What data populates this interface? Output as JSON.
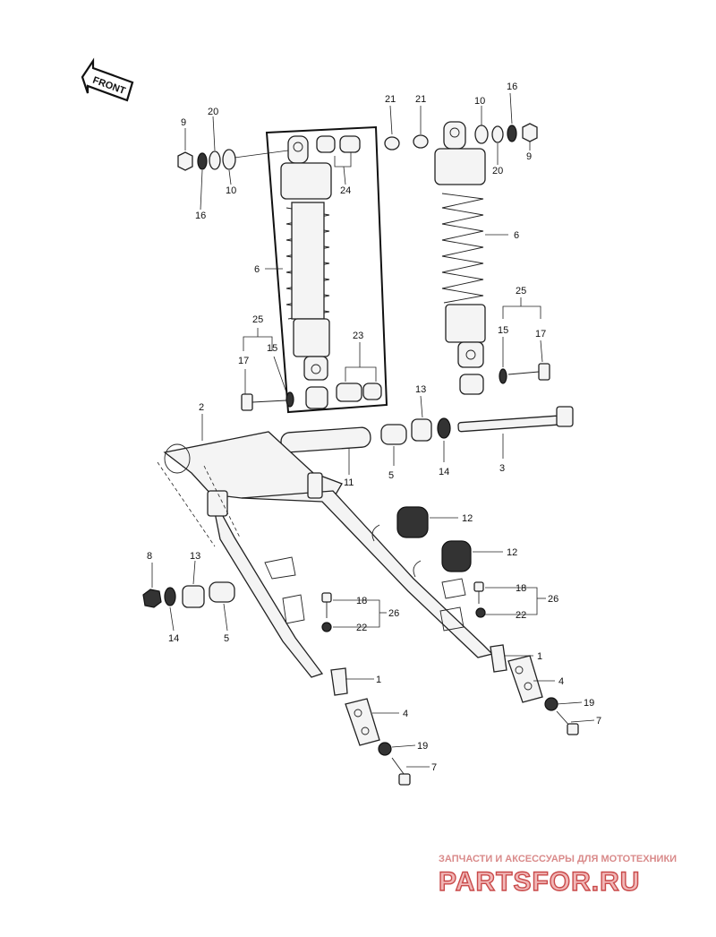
{
  "front_arrow": {
    "label": "FRONT"
  },
  "callouts": {
    "c2": "2",
    "c3": "3",
    "c5a": "5",
    "c5b": "5",
    "c6a": "6",
    "c6b": "6",
    "c7a": "7",
    "c7b": "7",
    "c8": "8",
    "c9a": "9",
    "c9b": "9",
    "c10a": "10",
    "c10b": "10",
    "c11": "11",
    "c12a": "12",
    "c12b": "12",
    "c13a": "13",
    "c13b": "13",
    "c14a": "14",
    "c14b": "14",
    "c15a": "15",
    "c15b": "15",
    "c16a": "16",
    "c16b": "16",
    "c17a": "17",
    "c17b": "17",
    "c18a": "18",
    "c18b": "18",
    "c19a": "19",
    "c19b": "19",
    "c20a": "20",
    "c20b": "20",
    "c21a": "21",
    "c21b": "21",
    "c22a": "22",
    "c22b": "22",
    "c23": "23",
    "c24": "24",
    "c25a": "25",
    "c25b": "25",
    "c26a": "26",
    "c26b": "26",
    "c1a": "1",
    "c1b": "1",
    "c4a": "4",
    "c4b": "4"
  },
  "watermark": {
    "tagline": "ЗАПЧАСТИ И АКСЕССУАРЫ ДЛЯ МОТОТЕХНИКИ",
    "logo": "PARTSFOR.RU"
  }
}
